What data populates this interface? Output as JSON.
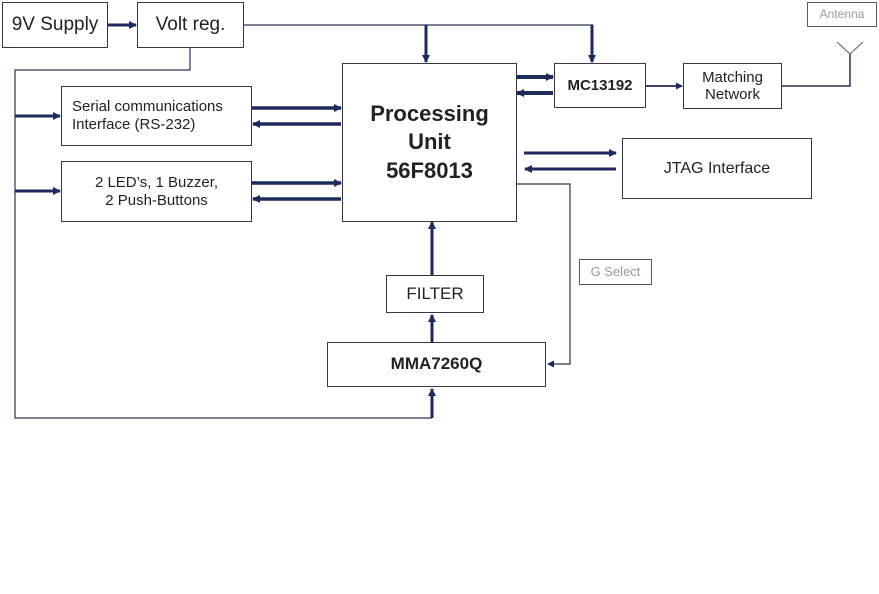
{
  "diagram": {
    "title": "Block diagram",
    "blocks": {
      "supply": "9V Supply",
      "volt_reg": "Volt reg.",
      "serial": "Serial communications\nInterface (RS-232)",
      "io": "2 LED’s, 1 Buzzer,\n2 Push-Buttons",
      "processing": "Processing\nUnit\n56F8013",
      "transceiver": "MC13192",
      "matching": "Matching\nNetwork",
      "antenna_label": "Antenna",
      "jtag": "JTAG Interface",
      "g_select": "G Select",
      "filter": "FILTER",
      "accelerometer": "MMA7260Q"
    },
    "colors": {
      "arrow": "#1f2a5c",
      "line": "#2a3350",
      "box_border": "#333844",
      "label_gray": "#9a9a9a"
    }
  }
}
